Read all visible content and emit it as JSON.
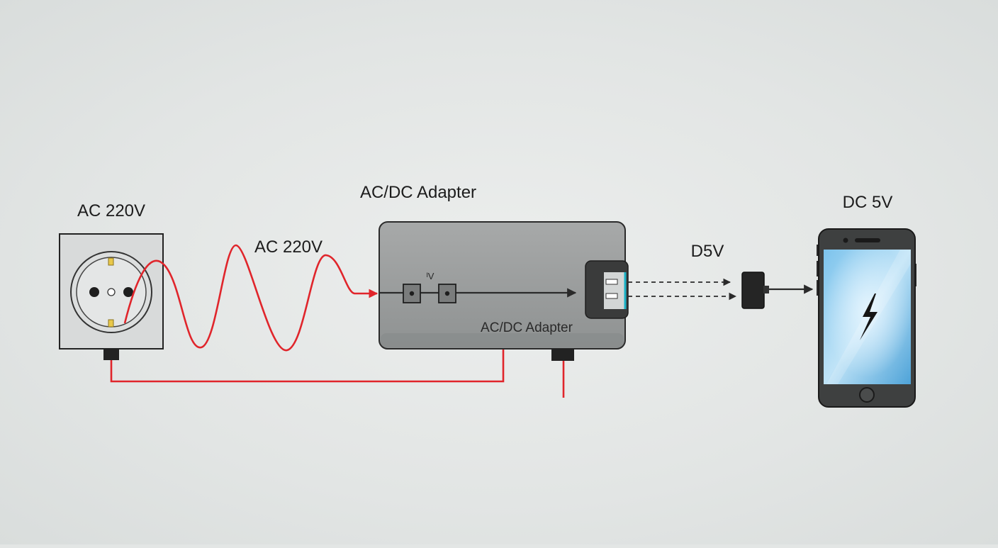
{
  "labels": {
    "socket_top": "AC 220V",
    "wave": "AC 220V",
    "adapter_top": "AC/DC Adapter",
    "adapter_inner": "AC/DC Adapter",
    "adapter_small": "ᴵV",
    "output": "D5V",
    "phone_top": "DC 5V"
  },
  "colors": {
    "ac_wire": "#e0252b",
    "dc_signal": "#2a2a2a",
    "adapter_body": "#9c9e9e",
    "phone_screen": "#5aaee0",
    "connector_accent": "#19b3c7"
  },
  "icons": {
    "socket": "wall-socket-icon",
    "phone_charge": "lightning-bolt-icon"
  }
}
